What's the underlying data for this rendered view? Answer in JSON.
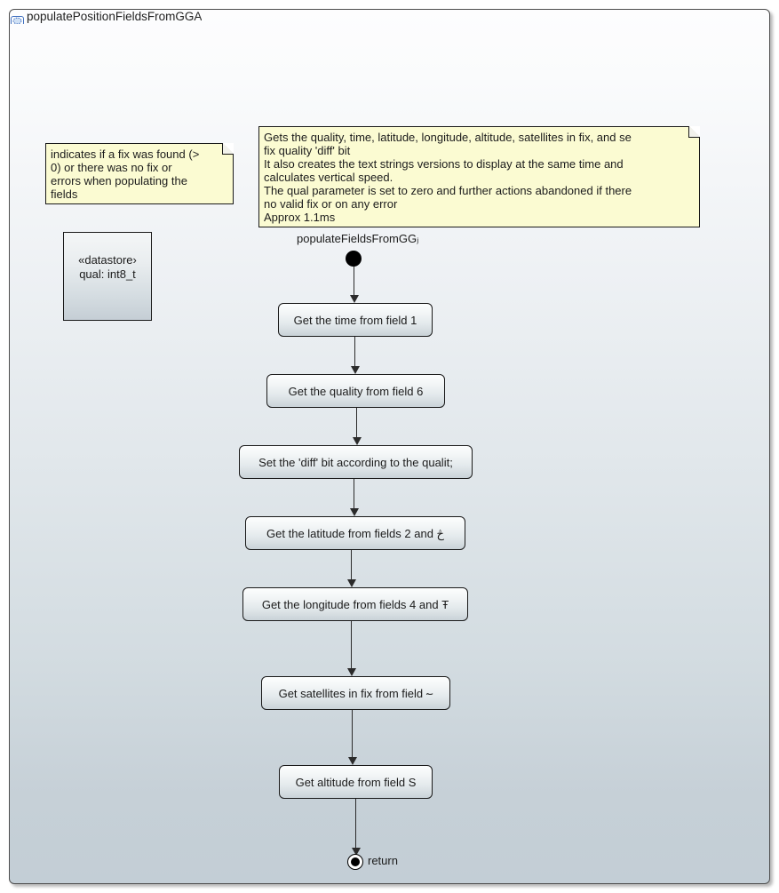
{
  "frame": {
    "title": "populatePositionFieldsFromGGA",
    "icon": "activity-diagram-icon"
  },
  "notes": {
    "left": {
      "id": "qual-note",
      "lines": [
        "indicates if a fix was found (>",
        "0) or there was no fix or",
        "errors when populating the",
        "fields"
      ]
    },
    "main": {
      "id": "description-note",
      "lines": [
        "Gets the quality, time, latitude, longitude, altitude, satellites in fix, and se",
        "fix quality 'diff' bit",
        "It also creates the text strings versions to display at the same time and",
        "calculates vertical speed.",
        "The qual parameter is set to zero and further actions abandoned if there",
        "no valid fix or on any error",
        "Approx 1.1ms"
      ]
    }
  },
  "datastore": {
    "stereotype": "«datastore›",
    "field": "qual: int8_t"
  },
  "flow": {
    "start_label": "populateFieldsFromGGⱼ",
    "end_label": "return",
    "activities": [
      {
        "label": "Get the time from field 1"
      },
      {
        "label": "Get the quality from field 6"
      },
      {
        "label": "Set the 'diff' bit according to the qualit;"
      },
      {
        "label": "Get the latitude from fields 2 and څ"
      },
      {
        "label": "Get the longitude from fields 4 and Ŧ"
      },
      {
        "label": "Get satellites in fix from field ؅"
      },
      {
        "label": "Get altitude from field Ѕ"
      }
    ]
  },
  "colors": {
    "note_fill": "#fbfbd2",
    "activity_border": "#1a1a1a",
    "background_top": "#fdfdfe",
    "background_bottom": "#c3ced6",
    "icon_blue": "#3f6fbf"
  }
}
